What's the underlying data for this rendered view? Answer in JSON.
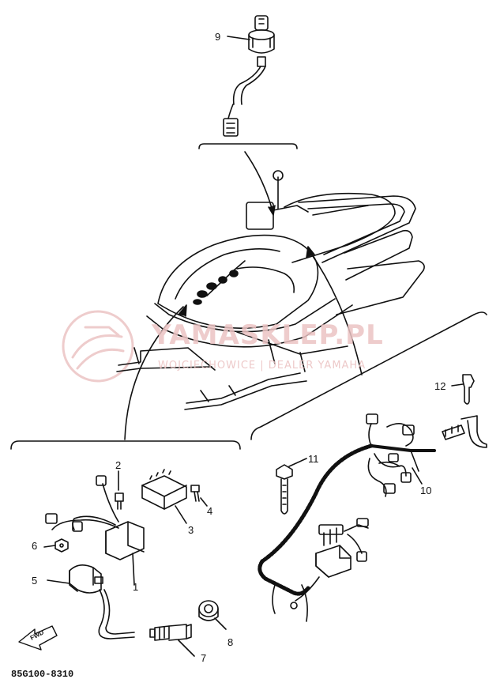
{
  "part_labels": [
    "9",
    "2",
    "4",
    "3",
    "6",
    "1",
    "5",
    "8",
    "7",
    "12",
    "11",
    "10"
  ],
  "diagram_code": "85G100-8310",
  "fwd_label": "FWD",
  "watermark": {
    "brand": "YAMASKLEP.PL",
    "subtitle": "WOJCIECHOWICE | DEALER YAMAHA",
    "color": "#e8b4b4"
  },
  "line_color": "#111111"
}
